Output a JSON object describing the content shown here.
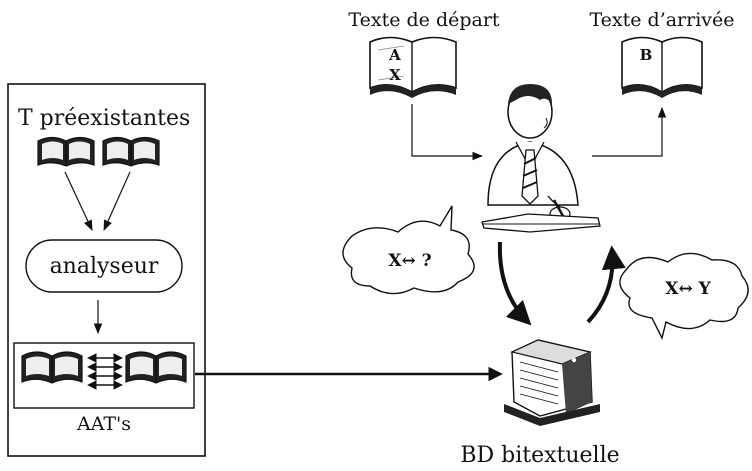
{
  "diagram": {
    "source_text_label": "Texte de départ",
    "target_text_label": "Texte d’arrivée",
    "source_book_letters": [
      "A",
      "X"
    ],
    "target_book_letter": "B",
    "preexisting_label": "T préexistantes",
    "analyser_label": "analyseur",
    "aligned_label": "AAT's",
    "database_label": "BD bitextuelle",
    "query_bubble_text": "X↔ ?",
    "answer_bubble_text": "X↔ Y"
  }
}
